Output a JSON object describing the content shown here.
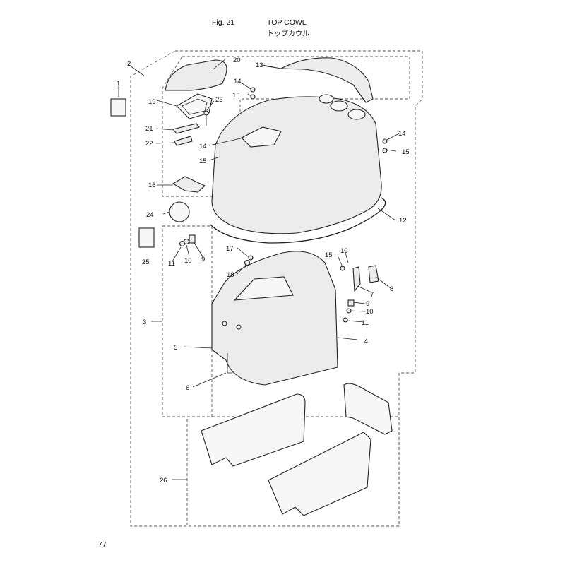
{
  "header": {
    "figure": "Fig. 21",
    "title": "TOP COWL",
    "title_jp": "トップカウル"
  },
  "page_number": "77",
  "callouts": {
    "c1": "1",
    "c2": "2",
    "c3": "3",
    "c4": "4",
    "c5": "5",
    "c6": "6",
    "c7": "7",
    "c8": "8",
    "c9a": "9",
    "c9b": "9",
    "c10a": "10",
    "c10b": "10",
    "c10c": "10",
    "c11a": "11",
    "c11b": "11",
    "c12": "12",
    "c13": "13",
    "c14a": "14",
    "c14b": "14",
    "c14c": "14",
    "c15a": "15",
    "c15b": "15",
    "c15c": "15",
    "c15d": "15",
    "c16": "16",
    "c17": "17",
    "c18": "18",
    "c19": "19",
    "c20": "20",
    "c21": "21",
    "c22": "22",
    "c23": "23",
    "c24": "24",
    "c25": "25",
    "c26": "26"
  }
}
